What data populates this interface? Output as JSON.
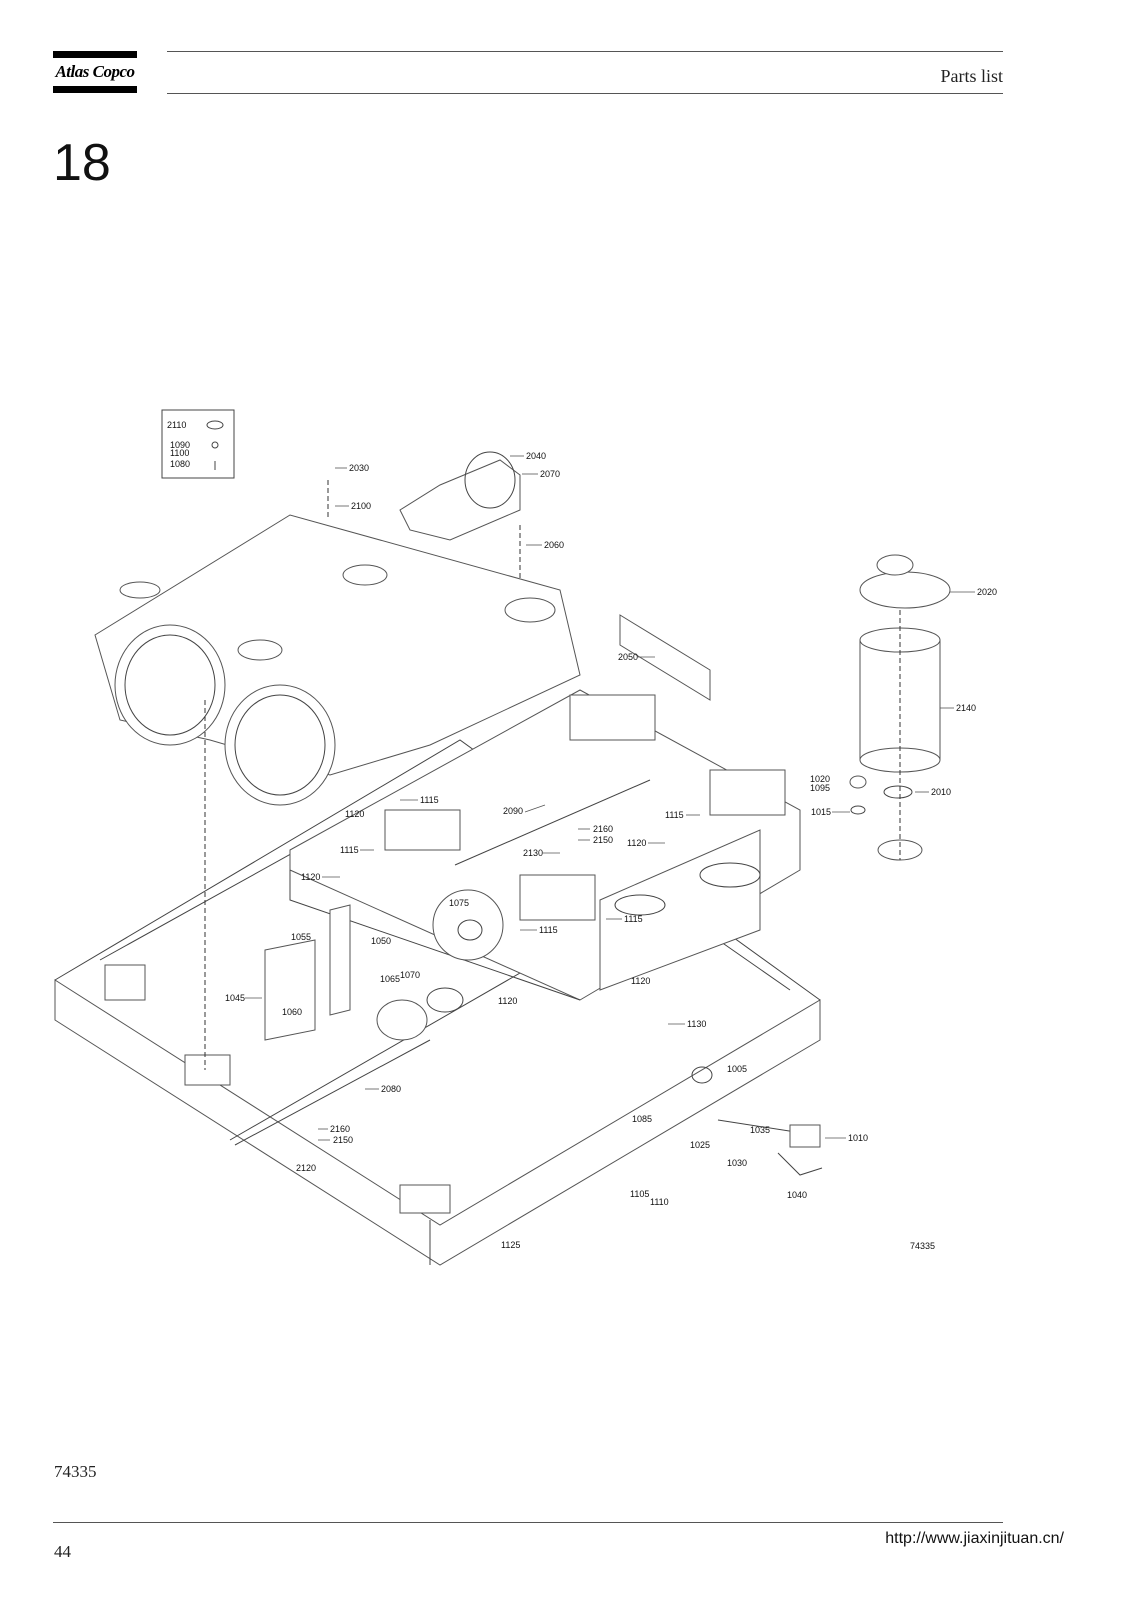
{
  "header": {
    "brand": "Atlas Copco",
    "title": "Parts list"
  },
  "section_number": "18",
  "figure": {
    "drawing_number": "74335",
    "callouts": [
      "2110",
      "1090",
      "1100",
      "1080",
      "2030",
      "2100",
      "2040",
      "2070",
      "2060",
      "2020",
      "2050",
      "2140",
      "1020",
      "1095",
      "2010",
      "1015",
      "1120",
      "1115",
      "2090",
      "2160",
      "2150",
      "2130",
      "1115",
      "1120",
      "1115",
      "1120",
      "1075",
      "1050",
      "1055",
      "1115",
      "1115",
      "1045",
      "1065",
      "1070",
      "1120",
      "1060",
      "1120",
      "1130",
      "2080",
      "1005",
      "1085",
      "2160",
      "2150",
      "2120",
      "1025",
      "1035",
      "1030",
      "1010",
      "1040",
      "1105",
      "1110",
      "1125"
    ]
  },
  "footer": {
    "figure_ref": "74335",
    "page_number": "44",
    "url": "http://www.jiaxinjituan.cn/"
  }
}
